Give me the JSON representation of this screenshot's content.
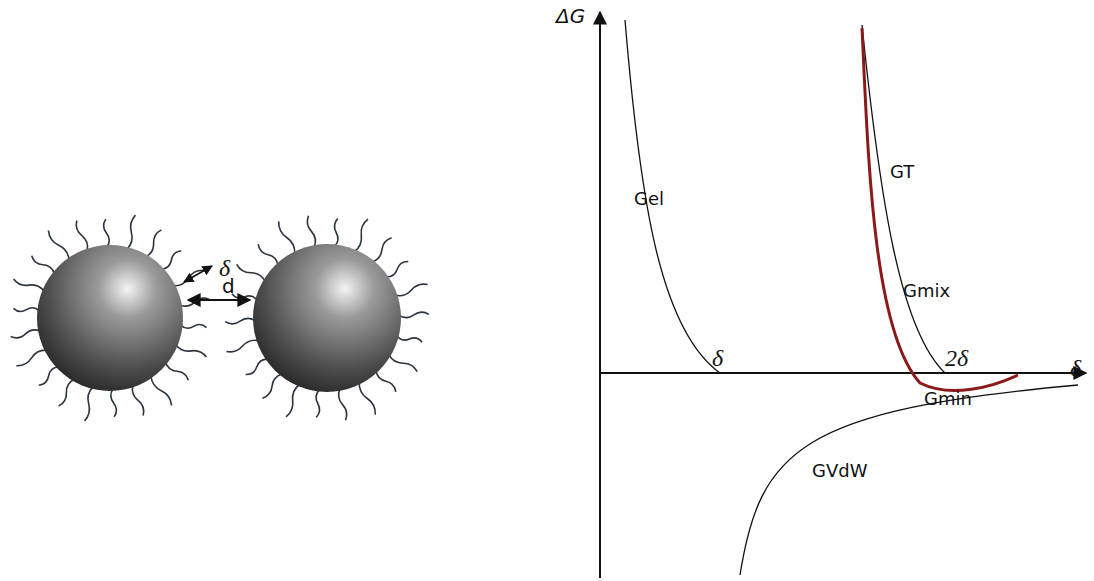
{
  "diagram": {
    "labels": [
      "ΔG",
      "Gel",
      "δ",
      "2δ",
      "GT",
      "Gmix",
      "Gmin",
      "GVdW",
      "δ",
      "δ",
      "d"
    ]
  }
}
